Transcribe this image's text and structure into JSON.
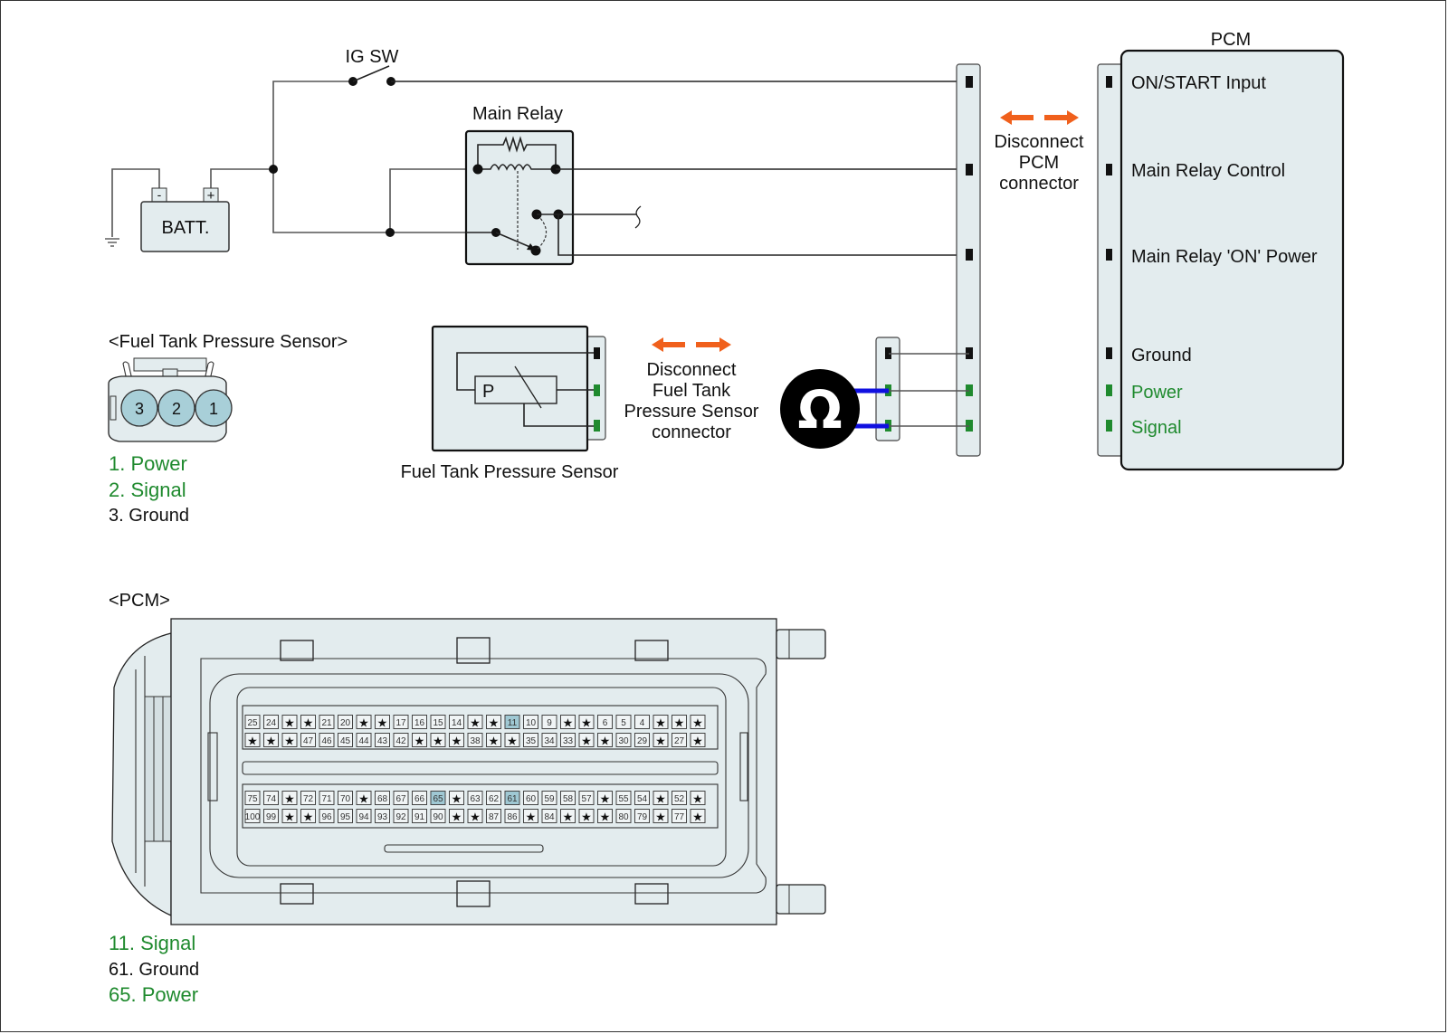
{
  "circuit": {
    "ig_switch_label": "IG SW",
    "battery_label": "BATT.",
    "battery_neg": "-",
    "battery_pos": "+",
    "main_relay_label": "Main Relay",
    "pcm_title": "PCM",
    "pcm_disconnect": [
      "Disconnect",
      "PCM",
      "connector"
    ],
    "sensor_disconnect": [
      "Disconnect",
      "Fuel Tank",
      "Pressure Sensor",
      "connector"
    ],
    "sensor_box_label": "Fuel Tank Pressure Sensor",
    "sensor_symbol": "P",
    "ohmmeter_symbol": "Ω",
    "pcm_terminals": [
      {
        "label": "ON/START Input",
        "color": "black"
      },
      {
        "label": "Main Relay Control",
        "color": "black"
      },
      {
        "label": "Main Relay 'ON' Power",
        "color": "black"
      },
      {
        "label": "Ground",
        "color": "black"
      },
      {
        "label": "Power",
        "color": "green"
      },
      {
        "label": "Signal",
        "color": "green"
      }
    ]
  },
  "sensor_connector": {
    "title": "<Fuel Tank Pressure Sensor>",
    "pins": [
      "3",
      "2",
      "1"
    ],
    "legend": [
      {
        "text": "1. Power",
        "color": "green"
      },
      {
        "text": "2. Signal",
        "color": "green"
      },
      {
        "text": "3. Ground",
        "color": "black"
      }
    ]
  },
  "pcm_connector": {
    "title": "<PCM>",
    "rows": [
      [
        "25",
        "24",
        "*",
        "*",
        "21",
        "20",
        "*",
        "*",
        "17",
        "16",
        "15",
        "14",
        "*",
        "*",
        "11",
        "10",
        "9",
        "*",
        "*",
        "6",
        "5",
        "4",
        "*",
        "*",
        "*"
      ],
      [
        "*",
        "*",
        "*",
        "47",
        "46",
        "45",
        "44",
        "43",
        "42",
        "*",
        "*",
        "*",
        "38",
        "*",
        "*",
        "35",
        "34",
        "33",
        "*",
        "*",
        "30",
        "29",
        "*",
        "27",
        "*"
      ],
      [
        "75",
        "74",
        "*",
        "72",
        "71",
        "70",
        "*",
        "68",
        "67",
        "66",
        "65",
        "*",
        "63",
        "62",
        "61",
        "60",
        "59",
        "58",
        "57",
        "*",
        "55",
        "54",
        "*",
        "52",
        "*"
      ],
      [
        "100",
        "99",
        "*",
        "*",
        "96",
        "95",
        "94",
        "93",
        "92",
        "91",
        "90",
        "*",
        "*",
        "87",
        "86",
        "*",
        "84",
        "*",
        "*",
        "*",
        "80",
        "79",
        "*",
        "77",
        "*"
      ]
    ],
    "highlighted": [
      "11",
      "61",
      "65"
    ],
    "legend": [
      {
        "text": "11. Signal",
        "color": "green"
      },
      {
        "text": "61. Ground",
        "color": "black"
      },
      {
        "text": "65. Power",
        "color": "green"
      }
    ]
  },
  "colors": {
    "green": "#1f8a2e",
    "orange_arrow": "#f0601c",
    "ohm_lead": "#1010e0",
    "housing_fill": "#e3ecee",
    "highlight_pin": "#9fc8d3"
  }
}
